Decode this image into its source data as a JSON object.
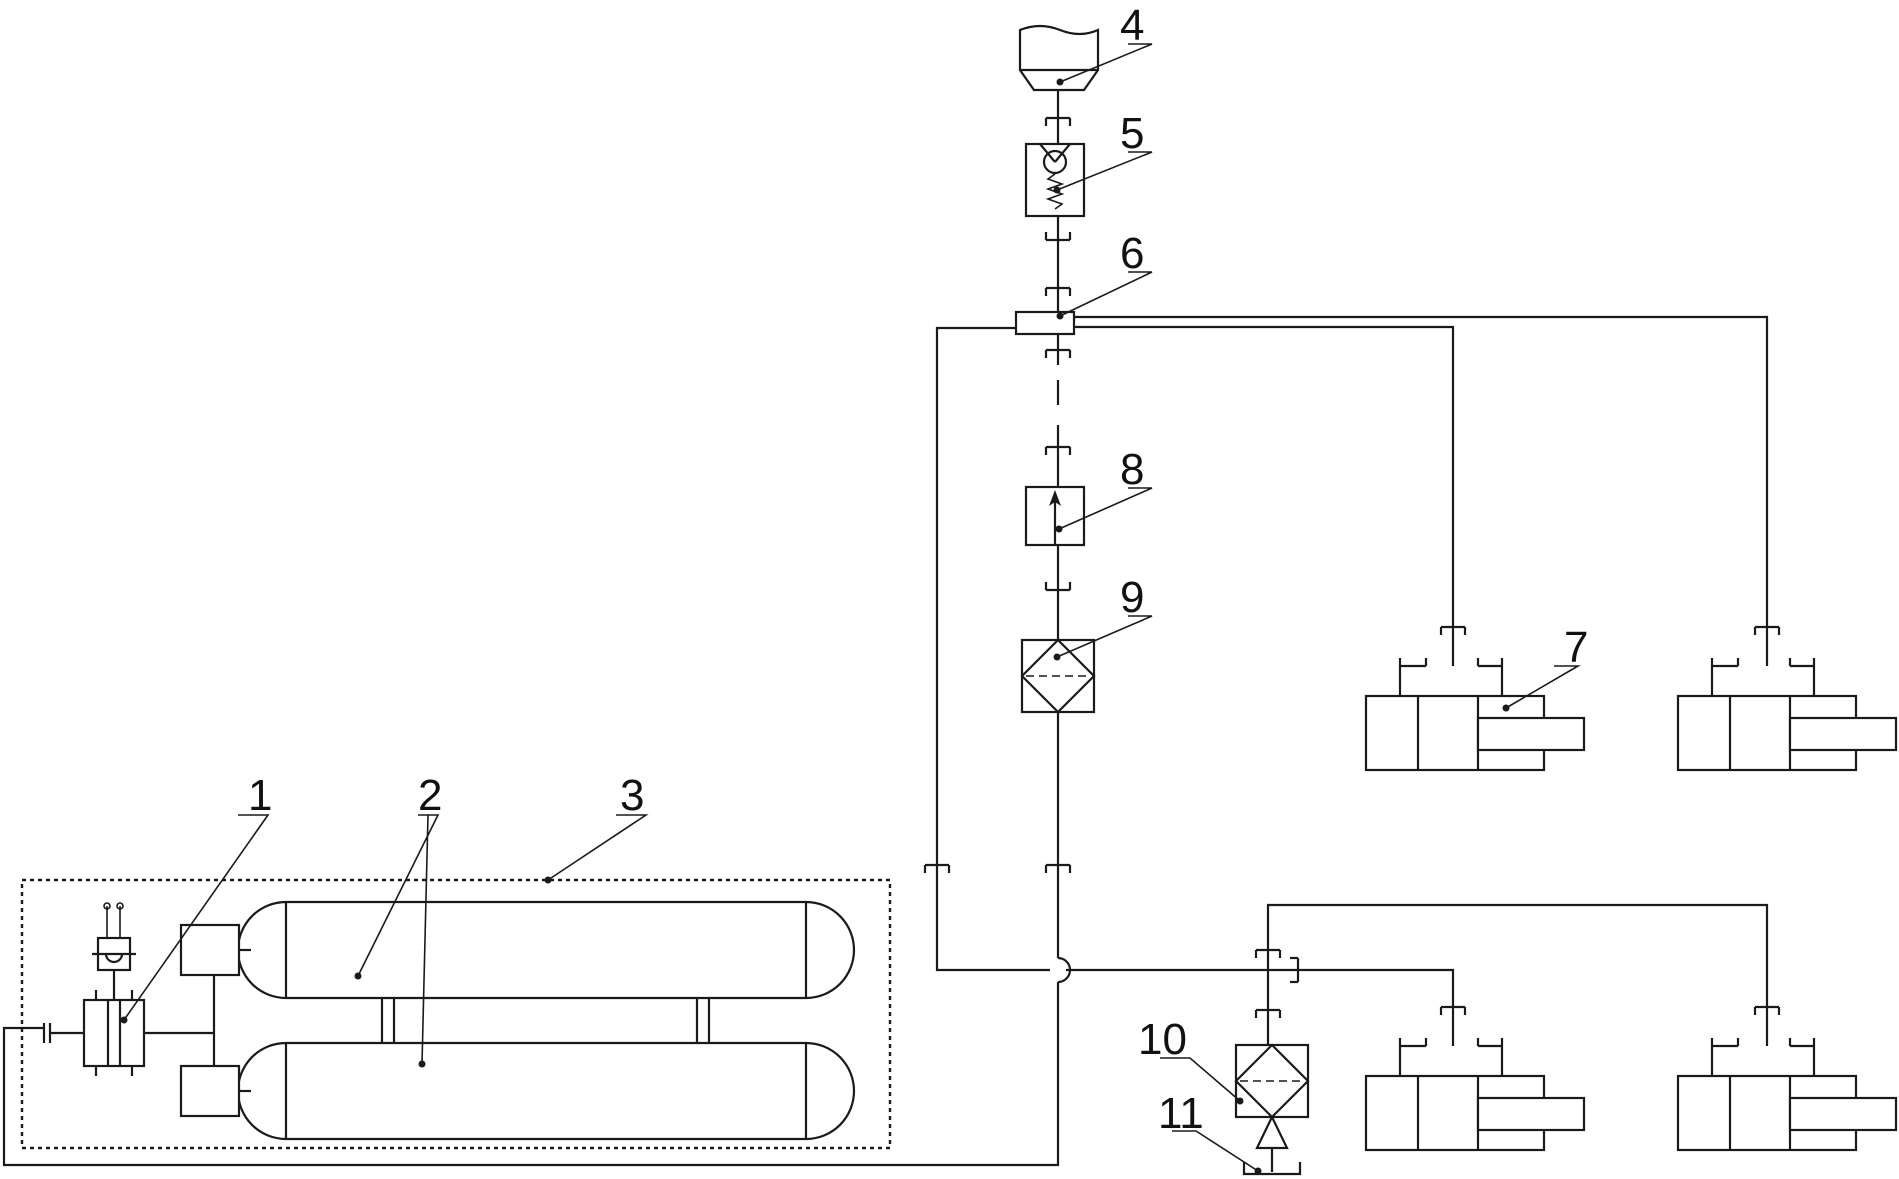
{
  "callouts": [
    {
      "id": "1",
      "text": "1"
    },
    {
      "id": "2",
      "text": "2"
    },
    {
      "id": "3",
      "text": "3"
    },
    {
      "id": "4",
      "text": "4"
    },
    {
      "id": "5",
      "text": "5"
    },
    {
      "id": "6",
      "text": "6"
    },
    {
      "id": "7",
      "text": "7"
    },
    {
      "id": "8",
      "text": "8"
    },
    {
      "id": "9",
      "text": "9"
    },
    {
      "id": "10",
      "text": "10"
    },
    {
      "id": "11",
      "text": "11"
    }
  ],
  "components": {
    "valve_unit": "callout 1",
    "gas_cylinders": "callout 2",
    "storage_enclosure": "callout 3",
    "inlet_hopper": "callout 4",
    "check_valve": "callout 5",
    "distribution_manifold": "callout 6",
    "actuator_cylinders": "callout 7",
    "throttle_valve": "callout 8",
    "filter_upper": "callout 9",
    "filter_lower": "callout 10",
    "drain_outlet": "callout 11"
  }
}
